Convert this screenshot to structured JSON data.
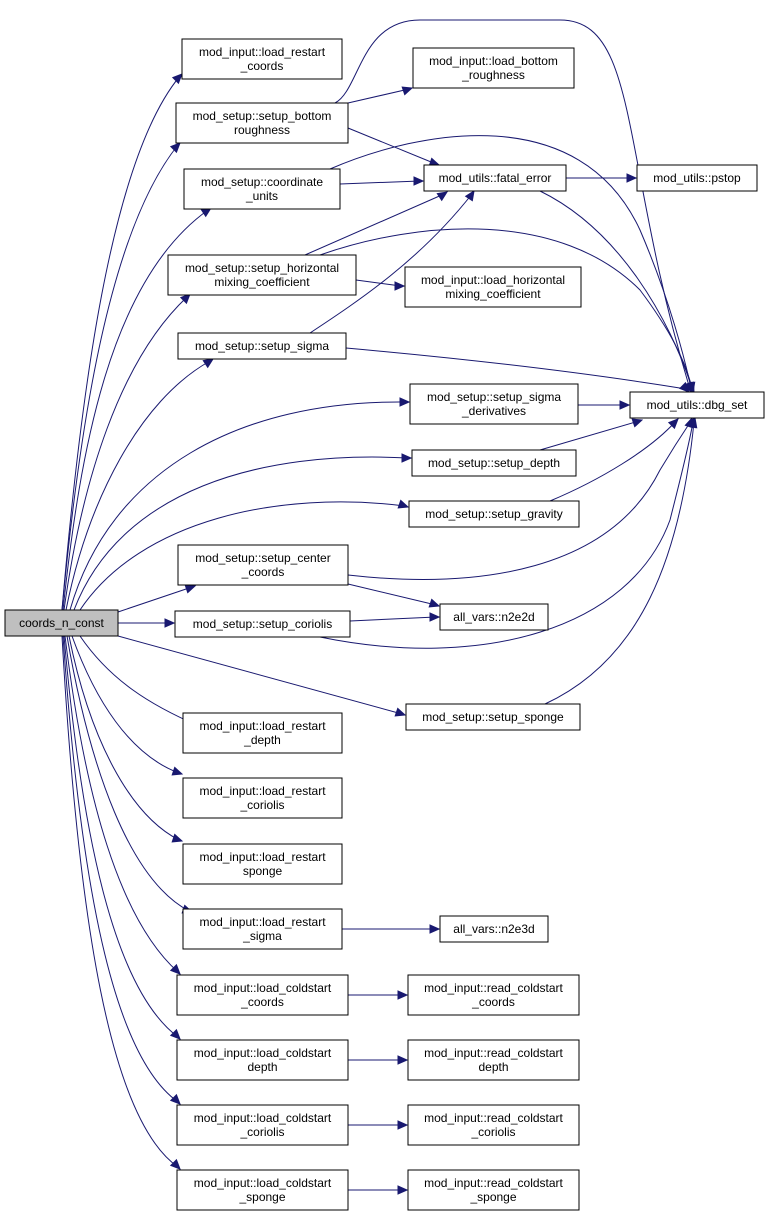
{
  "nodes": [
    {
      "id": "coords_n_const",
      "lines": [
        "coords_n_const"
      ],
      "root": true
    },
    {
      "id": "mod_input_load_restart_coords",
      "lines": [
        "mod_input::load_restart",
        "_coords"
      ]
    },
    {
      "id": "mod_setup_setup_bottom_roughness",
      "lines": [
        "mod_setup::setup_bottom",
        "roughness"
      ]
    },
    {
      "id": "mod_input_load_bottom_roughness",
      "lines": [
        "mod_input::load_bottom",
        "_roughness"
      ]
    },
    {
      "id": "mod_setup_coordinate_units",
      "lines": [
        "mod_setup::coordinate",
        "_units"
      ]
    },
    {
      "id": "mod_utils_fatal_error",
      "lines": [
        "mod_utils::fatal_error"
      ]
    },
    {
      "id": "mod_utils_pstop",
      "lines": [
        "mod_utils::pstop"
      ]
    },
    {
      "id": "mod_setup_setup_horizontal_mixing_coefficient",
      "lines": [
        "mod_setup::setup_horizontal",
        "mixing_coefficient"
      ]
    },
    {
      "id": "mod_input_load_horizontal_mixing_coefficient",
      "lines": [
        "mod_input::load_horizontal",
        "mixing_coefficient"
      ]
    },
    {
      "id": "mod_setup_setup_sigma",
      "lines": [
        "mod_setup::setup_sigma"
      ]
    },
    {
      "id": "mod_setup_setup_sigma_derivatives",
      "lines": [
        "mod_setup::setup_sigma",
        "_derivatives"
      ]
    },
    {
      "id": "mod_utils_dbg_set",
      "lines": [
        "mod_utils::dbg_set"
      ]
    },
    {
      "id": "mod_setup_setup_depth",
      "lines": [
        "mod_setup::setup_depth"
      ]
    },
    {
      "id": "mod_setup_setup_gravity",
      "lines": [
        "mod_setup::setup_gravity"
      ]
    },
    {
      "id": "mod_setup_setup_center_coords",
      "lines": [
        "mod_setup::setup_center",
        "_coords"
      ]
    },
    {
      "id": "mod_setup_setup_coriolis",
      "lines": [
        "mod_setup::setup_coriolis"
      ]
    },
    {
      "id": "all_vars_n2e2d",
      "lines": [
        "all_vars::n2e2d"
      ]
    },
    {
      "id": "mod_setup_setup_sponge",
      "lines": [
        "mod_setup::setup_sponge"
      ]
    },
    {
      "id": "mod_input_load_restart_depth",
      "lines": [
        "mod_input::load_restart",
        "_depth"
      ]
    },
    {
      "id": "mod_input_load_restart_coriolis",
      "lines": [
        "mod_input::load_restart",
        "_coriolis"
      ]
    },
    {
      "id": "mod_input_load_restart_sponge",
      "lines": [
        "mod_input::load_restart",
        "sponge"
      ]
    },
    {
      "id": "mod_input_load_restart_sigma",
      "lines": [
        "mod_input::load_restart",
        "_sigma"
      ]
    },
    {
      "id": "all_vars_n2e3d",
      "lines": [
        "all_vars::n2e3d"
      ]
    },
    {
      "id": "mod_input_load_coldstart_coords",
      "lines": [
        "mod_input::load_coldstart",
        "_coords"
      ]
    },
    {
      "id": "mod_input_read_coldstart_coords",
      "lines": [
        "mod_input::read_coldstart",
        "_coords"
      ]
    },
    {
      "id": "mod_input_load_coldstart_depth",
      "lines": [
        "mod_input::load_coldstart",
        "depth"
      ]
    },
    {
      "id": "mod_input_read_coldstart_depth",
      "lines": [
        "mod_input::read_coldstart",
        "depth"
      ]
    },
    {
      "id": "mod_input_load_coldstart_coriolis",
      "lines": [
        "mod_input::load_coldstart",
        "_coriolis"
      ]
    },
    {
      "id": "mod_input_read_coldstart_coriolis",
      "lines": [
        "mod_input::read_coldstart",
        "_coriolis"
      ]
    },
    {
      "id": "mod_input_load_coldstart_sponge",
      "lines": [
        "mod_input::load_coldstart",
        "_sponge"
      ]
    },
    {
      "id": "mod_input_read_coldstart_sponge",
      "lines": [
        "mod_input::read_coldstart",
        "_sponge"
      ]
    }
  ],
  "edges": [
    [
      "coords_n_const",
      "mod_input_load_restart_coords"
    ],
    [
      "coords_n_const",
      "mod_setup_setup_bottom_roughness"
    ],
    [
      "coords_n_const",
      "mod_setup_coordinate_units"
    ],
    [
      "coords_n_const",
      "mod_setup_setup_horizontal_mixing_coefficient"
    ],
    [
      "coords_n_const",
      "mod_setup_setup_sigma"
    ],
    [
      "coords_n_const",
      "mod_setup_setup_sigma_derivatives"
    ],
    [
      "coords_n_const",
      "mod_setup_setup_depth"
    ],
    [
      "coords_n_const",
      "mod_setup_setup_gravity"
    ],
    [
      "coords_n_const",
      "mod_setup_setup_center_coords"
    ],
    [
      "coords_n_const",
      "mod_setup_setup_coriolis"
    ],
    [
      "coords_n_const",
      "mod_setup_setup_sponge"
    ],
    [
      "coords_n_const",
      "mod_input_load_restart_depth"
    ],
    [
      "coords_n_const",
      "mod_input_load_restart_coriolis"
    ],
    [
      "coords_n_const",
      "mod_input_load_restart_sponge"
    ],
    [
      "coords_n_const",
      "mod_input_load_restart_sigma"
    ],
    [
      "coords_n_const",
      "mod_input_load_coldstart_coords"
    ],
    [
      "coords_n_const",
      "mod_input_load_coldstart_depth"
    ],
    [
      "coords_n_const",
      "mod_input_load_coldstart_coriolis"
    ],
    [
      "coords_n_const",
      "mod_input_load_coldstart_sponge"
    ],
    [
      "mod_setup_setup_bottom_roughness",
      "mod_input_load_bottom_roughness"
    ],
    [
      "mod_setup_setup_bottom_roughness",
      "mod_utils_fatal_error"
    ],
    [
      "mod_setup_setup_bottom_roughness",
      "mod_utils_dbg_set"
    ],
    [
      "mod_setup_coordinate_units",
      "mod_utils_fatal_error"
    ],
    [
      "mod_setup_coordinate_units",
      "mod_utils_dbg_set"
    ],
    [
      "mod_utils_fatal_error",
      "mod_utils_pstop"
    ],
    [
      "mod_utils_fatal_error",
      "mod_utils_dbg_set"
    ],
    [
      "mod_setup_setup_horizontal_mixing_coefficient",
      "mod_utils_fatal_error"
    ],
    [
      "mod_setup_setup_horizontal_mixing_coefficient",
      "mod_input_load_horizontal_mixing_coefficient"
    ],
    [
      "mod_setup_setup_horizontal_mixing_coefficient",
      "mod_utils_dbg_set"
    ],
    [
      "mod_setup_setup_sigma",
      "mod_utils_fatal_error"
    ],
    [
      "mod_setup_setup_sigma",
      "mod_utils_dbg_set"
    ],
    [
      "mod_setup_setup_sigma_derivatives",
      "mod_utils_dbg_set"
    ],
    [
      "mod_setup_setup_depth",
      "mod_utils_dbg_set"
    ],
    [
      "mod_setup_setup_gravity",
      "mod_utils_dbg_set"
    ],
    [
      "mod_setup_setup_center_coords",
      "all_vars_n2e2d"
    ],
    [
      "mod_setup_setup_center_coords",
      "mod_utils_dbg_set"
    ],
    [
      "mod_setup_setup_coriolis",
      "all_vars_n2e2d"
    ],
    [
      "mod_setup_setup_coriolis",
      "mod_utils_dbg_set"
    ],
    [
      "mod_setup_setup_sponge",
      "mod_utils_dbg_set"
    ],
    [
      "mod_input_load_restart_sigma",
      "all_vars_n2e3d"
    ],
    [
      "mod_input_load_coldstart_coords",
      "mod_input_read_coldstart_coords"
    ],
    [
      "mod_input_load_coldstart_depth",
      "mod_input_read_coldstart_depth"
    ],
    [
      "mod_input_load_coldstart_coriolis",
      "mod_input_read_coldstart_coriolis"
    ],
    [
      "mod_input_load_coldstart_sponge",
      "mod_input_read_coldstart_sponge"
    ]
  ]
}
